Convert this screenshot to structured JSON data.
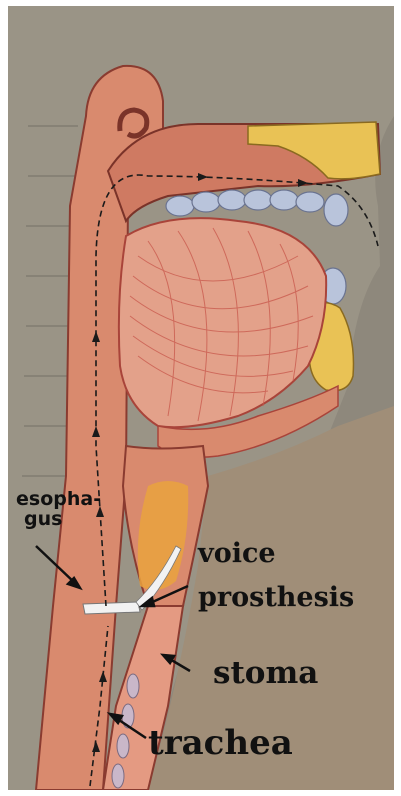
{
  "diagram": {
    "labels": {
      "esophagus_line1": "esopha-",
      "esophagus_line2": "gus",
      "voice": "voice",
      "prosthesis": "prosthesis",
      "stoma": "stoma",
      "trachea": "trachea"
    },
    "colors": {
      "background": "#8d877a",
      "tissue": "#d98a6e",
      "tissue_dark": "#a9443a",
      "muscle": "#e3a18a",
      "bone": "#e9c255",
      "teeth": "#b9c4db",
      "prosthesis": "#f2f2f2"
    },
    "icons": [
      "arrow-icon",
      "airflow-arrow-icon"
    ]
  }
}
